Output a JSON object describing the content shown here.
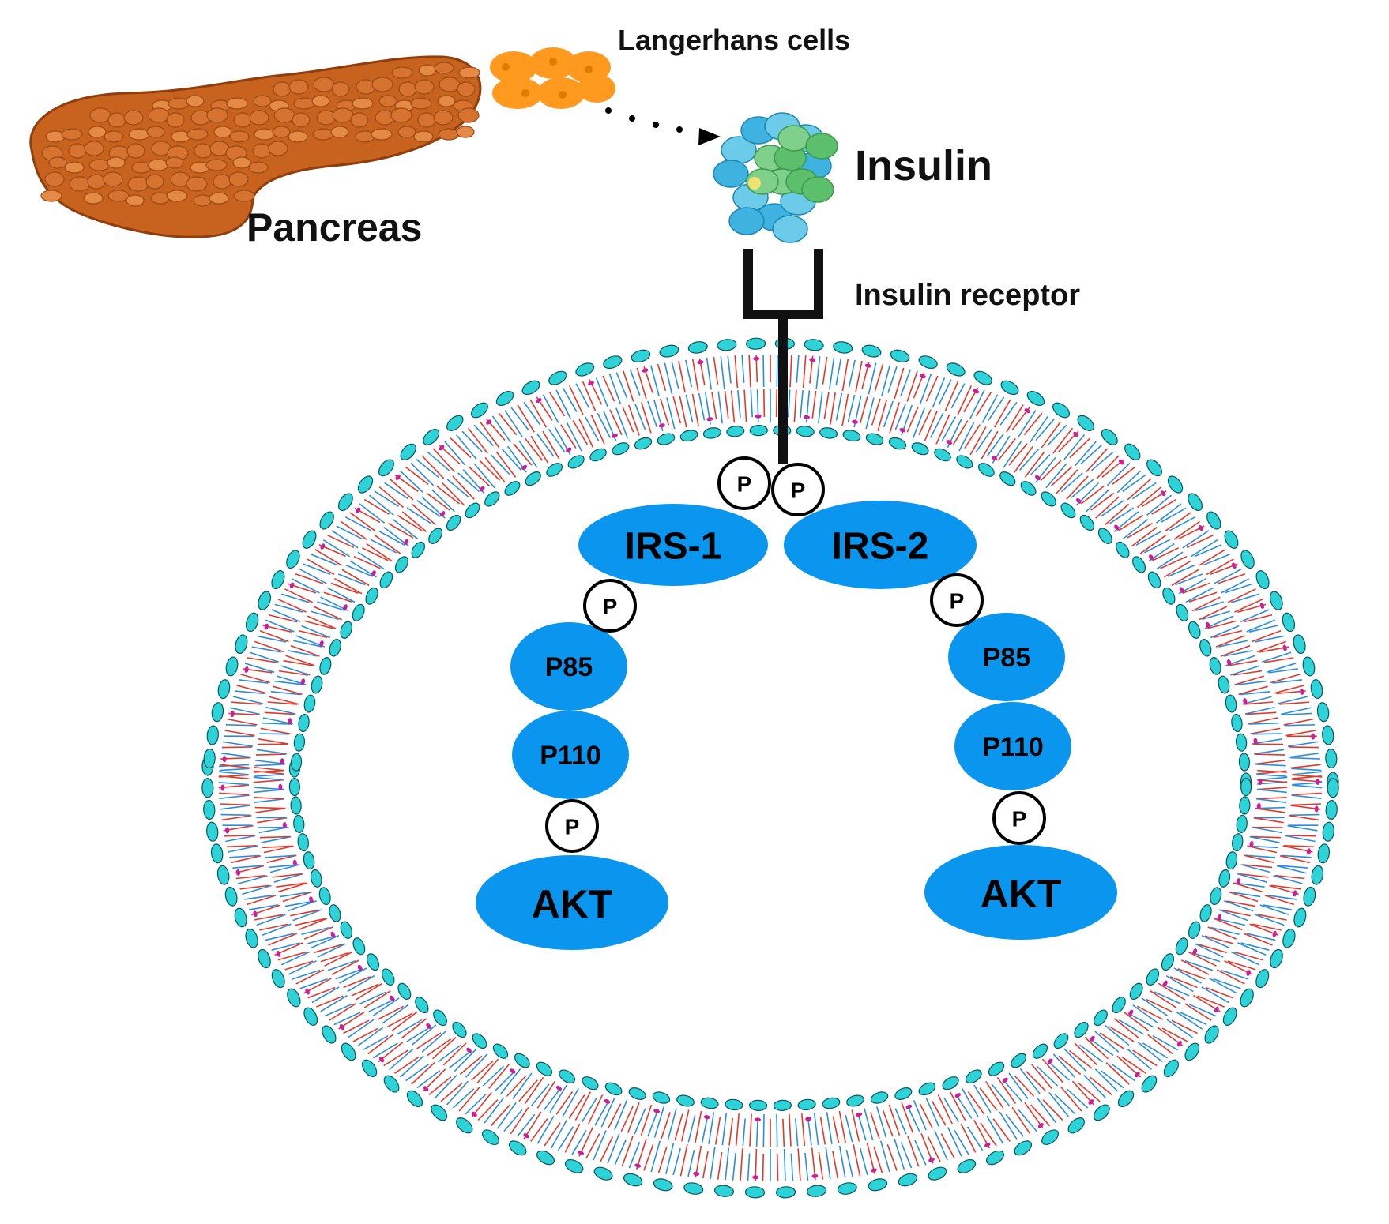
{
  "labels": {
    "pancreas": "Pancreas",
    "langerhans": "Langerhans cells",
    "insulin": "Insulin",
    "receptor": "Insulin receptor"
  },
  "phospho_label": "P",
  "left_chain": {
    "irs": "IRS-1",
    "p85": "P85",
    "p110": "P110",
    "akt": "AKT"
  },
  "right_chain": {
    "irs": "IRS-2",
    "p85": "P85",
    "p110": "P110",
    "akt": "AKT"
  },
  "colors": {
    "protein": "#0a96ee",
    "pancreas": "#c8621f",
    "langerhans": "#ff9a1e",
    "head_group": "#2dd3d6",
    "head_outline": "#0b5560",
    "tail_red": "#e2382a",
    "tail_blue": "#2a8ce0",
    "junction": "#cc1d9a",
    "insulin_blue": "#3fb3df",
    "insulin_green": "#5cbf6b"
  }
}
